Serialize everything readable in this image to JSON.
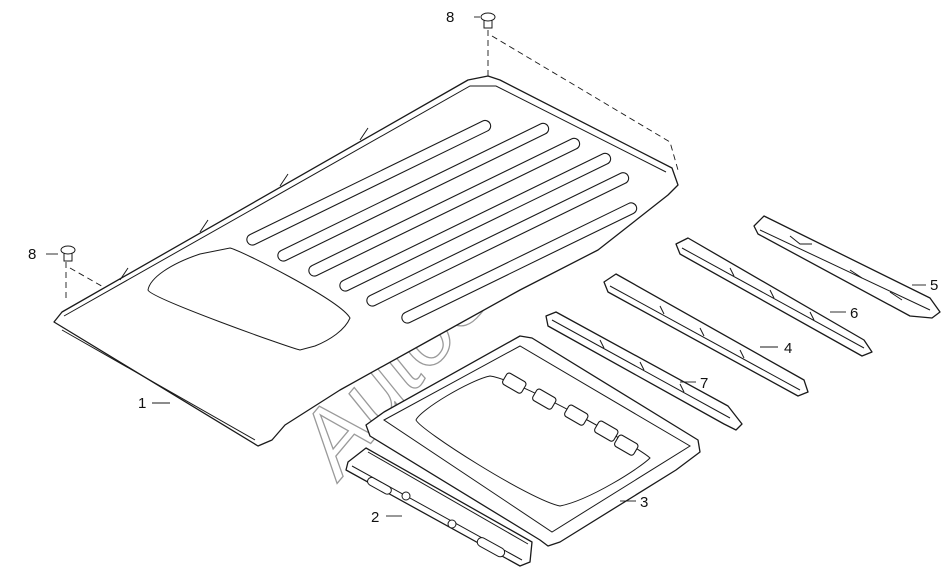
{
  "callouts": {
    "c1": "1",
    "c2": "2",
    "c3": "3",
    "c4": "4",
    "c5": "5",
    "c6": "6",
    "c7": "7",
    "c8a": "8",
    "c8b": "8"
  },
  "watermark": "AutoSoft"
}
